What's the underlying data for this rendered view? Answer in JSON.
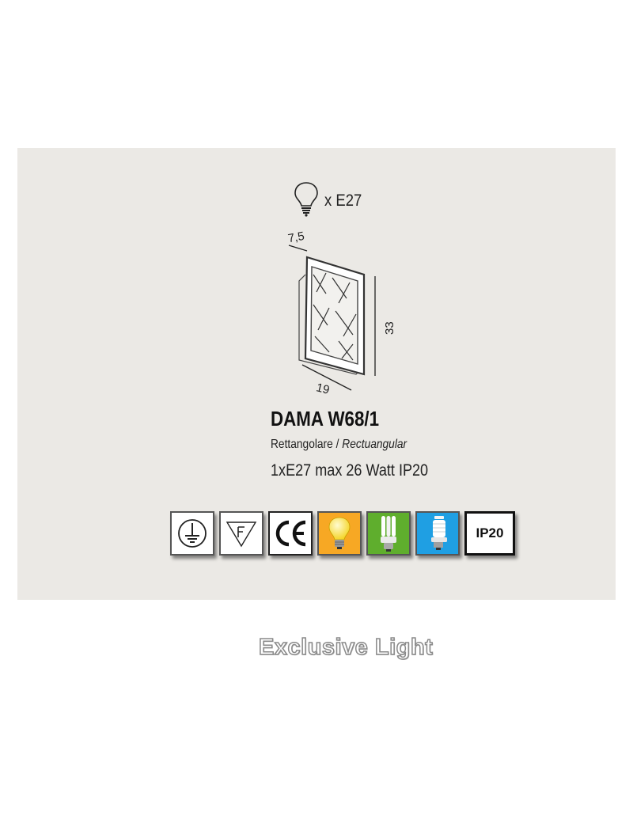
{
  "header": {
    "bulb_label": "x E27"
  },
  "dimensions": {
    "depth": "7,5",
    "height": "33",
    "width": "19"
  },
  "product": {
    "title": "DAMA W68/1",
    "shape_it": "Rettangolare",
    "separator": " / ",
    "shape_en": "Rectuangular",
    "specs": "1xE27 max 26 Watt IP20"
  },
  "certifications": {
    "icons": [
      "earth-ground-icon",
      "f-mark-icon",
      "ce-mark-icon",
      "incandescent-bulb-icon",
      "compact-fluorescent-icon",
      "energy-saving-bulb-icon"
    ],
    "ip_label": "IP20",
    "colors": {
      "orange": "#f7a824",
      "green": "#5fae2d",
      "blue": "#1f9fe3"
    }
  },
  "footer": {
    "brand": "Exclusive Light"
  }
}
